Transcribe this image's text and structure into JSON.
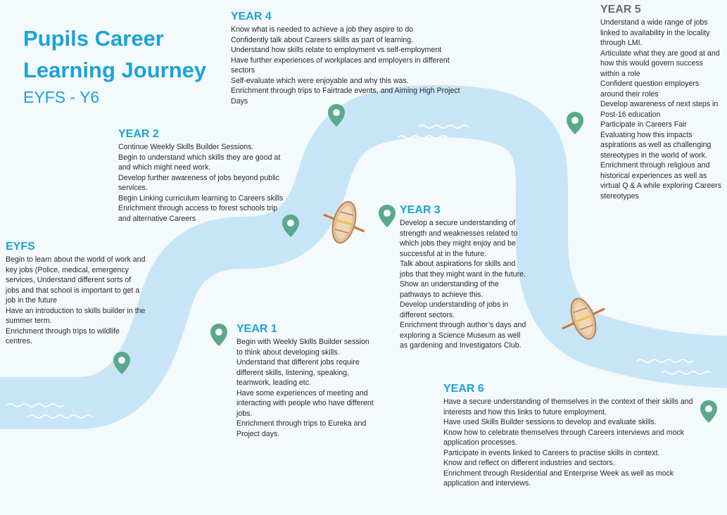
{
  "title": {
    "line1": "Pupils Career",
    "line2": "Learning Journey",
    "subtitle": "EYFS - Y6"
  },
  "colors": {
    "river": "#c7e5f7",
    "accent": "#1ba3d6",
    "pin": "#5aa98a",
    "boat": "#e3c09a"
  },
  "stages": {
    "eyfs": {
      "title": "EYFS",
      "items": [
        "Begin to learn about the world of work and key jobs (Police, medical, emergency services, Understand different sorts of jobs and that school is important to get a job in the future",
        "Have an introduction to skills builder in the summer term.",
        "Enrichment through trips to wildlife centres."
      ]
    },
    "year1": {
      "title": "YEAR 1",
      "items": [
        "Begin with Weekly Skills Builder session to think about developing skills.",
        "Understand that different jobs require different skills, listening, speaking, teamwork, leading etc.",
        "Have some experiences of meeting and interacting with people who have different jobs.",
        "Enrichment through trips to Eureka and Project days."
      ]
    },
    "year2": {
      "title": "YEAR 2",
      "items": [
        "Continue Weekly Skills Builder Sessions.",
        "Begin to understand which skills they are good at and which might need work.",
        "Develop further awareness of jobs beyond public services.",
        "Begin Linking curriculum learning to Careers skills",
        "Enrichment through access to forest schools trip and alternative Careers"
      ]
    },
    "year3": {
      "title": "YEAR 3",
      "items": [
        "Develop a secure understanding of strength and weaknesses related to which jobs they might enjoy and be successful at in the future.",
        "Talk about aspirations for skills and jobs that they might want in the future.",
        "Show an understanding of the pathways to achieve this.",
        "Develop understanding of jobs in different sectors.",
        "Enrichment through author’s days and exploring a Science Museum as well as gardening and Investigators Club."
      ]
    },
    "year4": {
      "title": "YEAR 4",
      "items": [
        "Know what is needed to achieve a job they aspire to do",
        "Confidently talk about Careers skills as part of learning.",
        "Understand how skills relate to employment vs self-employment",
        "Have further experiences of workplaces and employers in different sectors",
        "Self-evaluate which were enjoyable and why this was.",
        "Enrichment through trips to Fairtrade events, and Aiming High Project Days"
      ]
    },
    "year5": {
      "title": "YEAR 5",
      "items": [
        "Understand a wide range of jobs linked to availability in the locality through LMI.",
        "Articulate what they are good at and how this would govern success within a role",
        "Confident question employers around their roles",
        "Develop awareness of next steps in Post-16 education",
        "Participate in Careers Fair",
        "Evaluating how this impacts aspirations as well as challenging stereotypes in the world of work.",
        "Enrichment through religious and historical experiences as well as virtual Q & A while exploring Careers stereotypes"
      ]
    },
    "year6": {
      "title": "YEAR 6",
      "items": [
        "Have a secure understanding of themselves in the context of their skills and interests and how this links to future employment.",
        "Have used Skills Builder sessions to develop and evaluate skills.",
        "Know how to celebrate themselves through Careers interviews and mock application processes.",
        "Participate in events linked to Careers to practise skills in context.",
        "Know and reflect on different industries and sectors.",
        "Enrichment through Residential and Enterprise Week as well as mock application and interviews."
      ]
    }
  },
  "icons": {
    "pin": "map-pin-icon",
    "boat": "rowing-boat-icon"
  }
}
